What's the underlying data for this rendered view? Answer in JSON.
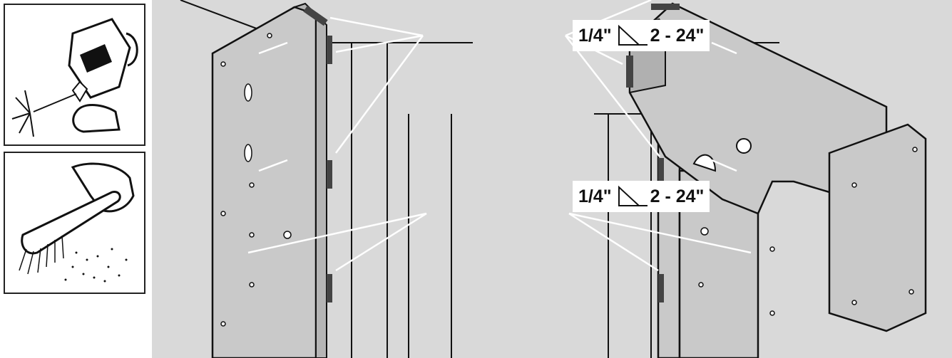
{
  "weld_callouts": [
    {
      "size": "1/4\"",
      "pitch": "2 - 24\""
    },
    {
      "size": "1/4\"",
      "pitch": "2 - 24\""
    }
  ],
  "icons": [
    "welding-icon",
    "brush-cleanup-icon"
  ],
  "colors": {
    "background": "#d9d9d9",
    "metal": "#c9c9c9",
    "line": "#111111"
  }
}
